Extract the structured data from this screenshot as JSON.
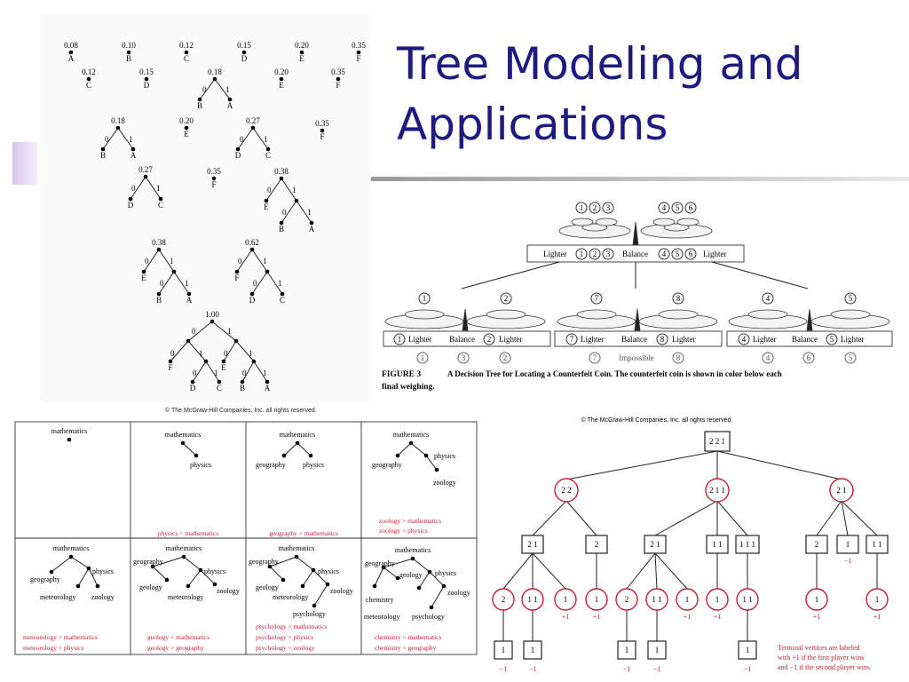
{
  "title": {
    "line1": "Tree Modeling and",
    "line2": "Applications"
  },
  "huffman": {
    "row1": [
      {
        "p": "0.08",
        "s": "A"
      },
      {
        "p": "0.10",
        "s": "B"
      },
      {
        "p": "0.12",
        "s": "C"
      },
      {
        "p": "0.15",
        "s": "D"
      },
      {
        "p": "0.20",
        "s": "E"
      },
      {
        "p": "0.35",
        "s": "F"
      }
    ],
    "row2_leaves": [
      {
        "p": "0.12",
        "s": "C"
      },
      {
        "p": "0.15",
        "s": "D"
      },
      {
        "p": "0.20",
        "s": "E"
      },
      {
        "p": "0.35",
        "s": "F"
      }
    ],
    "p018": "0.18",
    "p020": "0.20",
    "p027": "0.27",
    "p035": "0.35",
    "p038": "0.38",
    "p062": "0.62",
    "p100": "1.00",
    "bit0": "0",
    "bit1": "1",
    "A": "A",
    "B": "B",
    "C": "C",
    "D": "D",
    "E": "E",
    "F": "F",
    "copyright": "© The McGraw-Hill Companies, Inc. all rights reserved."
  },
  "coins": {
    "c1": "1",
    "c2": "2",
    "c3": "3",
    "c4": "4",
    "c5": "5",
    "c6": "6",
    "c7": "7",
    "c8": "8",
    "lighter": "Lighter",
    "balance": "Balance",
    "impossible": "Impossible",
    "caption_label": "FIGURE 3",
    "caption_line1": "A Decision Tree for Locating a Counterfeit Coin. The counterfeit coin is shown in color below each",
    "caption_line2": "final weighing."
  },
  "taxonomy": {
    "mathematics": "mathematics",
    "physics": "physics",
    "geography": "geography",
    "zoology": "zoology",
    "meteorology": "meteorology",
    "geology": "geology",
    "psychology": "psychology",
    "chemistry": "chemistry",
    "cap_b": "physics > mathematics",
    "cap_c": "geography < mathematics",
    "cap_d1": "zoology > mathematics",
    "cap_d2": "zoology > physics",
    "cap_e1": "meteorology > mathematics",
    "cap_e2": "meteorology < physics",
    "cap_f1": "geology < mathematics",
    "cap_f2": "geology > geography",
    "cap_g1": "psychology > mathematics",
    "cap_g2": "psychology > physics",
    "cap_g3": "psychology < zoology",
    "cap_h1": "chemistry < mathematics",
    "cap_h2": "chemistry < geography"
  },
  "game": {
    "copyright": "© The McGraw-Hill Companies, Inc. all rights reserved.",
    "root": "2 2 1",
    "l1": [
      "2 2",
      "2 1 1",
      "2 1"
    ],
    "l2": [
      "2 1",
      "2",
      "2 1",
      "1 1",
      "1 1 1",
      "2",
      "1",
      "1 1"
    ],
    "l2_value": "−1",
    "l3": [
      "2",
      "1 1",
      "1",
      "1",
      "2",
      "1 1",
      "1",
      "1",
      "1 1",
      "1",
      "1"
    ],
    "l3_values": [
      "+1",
      "+1",
      "+1",
      "+1",
      "+1",
      "+1"
    ],
    "l4": [
      "1",
      "1",
      "1",
      "1",
      "1"
    ],
    "l4_value": "−1",
    "note1": "Terminal vertices are labeled",
    "note2": "with +1 if the first player wins",
    "note3": "and −1 if the second player wins"
  },
  "colors": {
    "title": "#1f1a80",
    "accent": "#c0203a"
  }
}
